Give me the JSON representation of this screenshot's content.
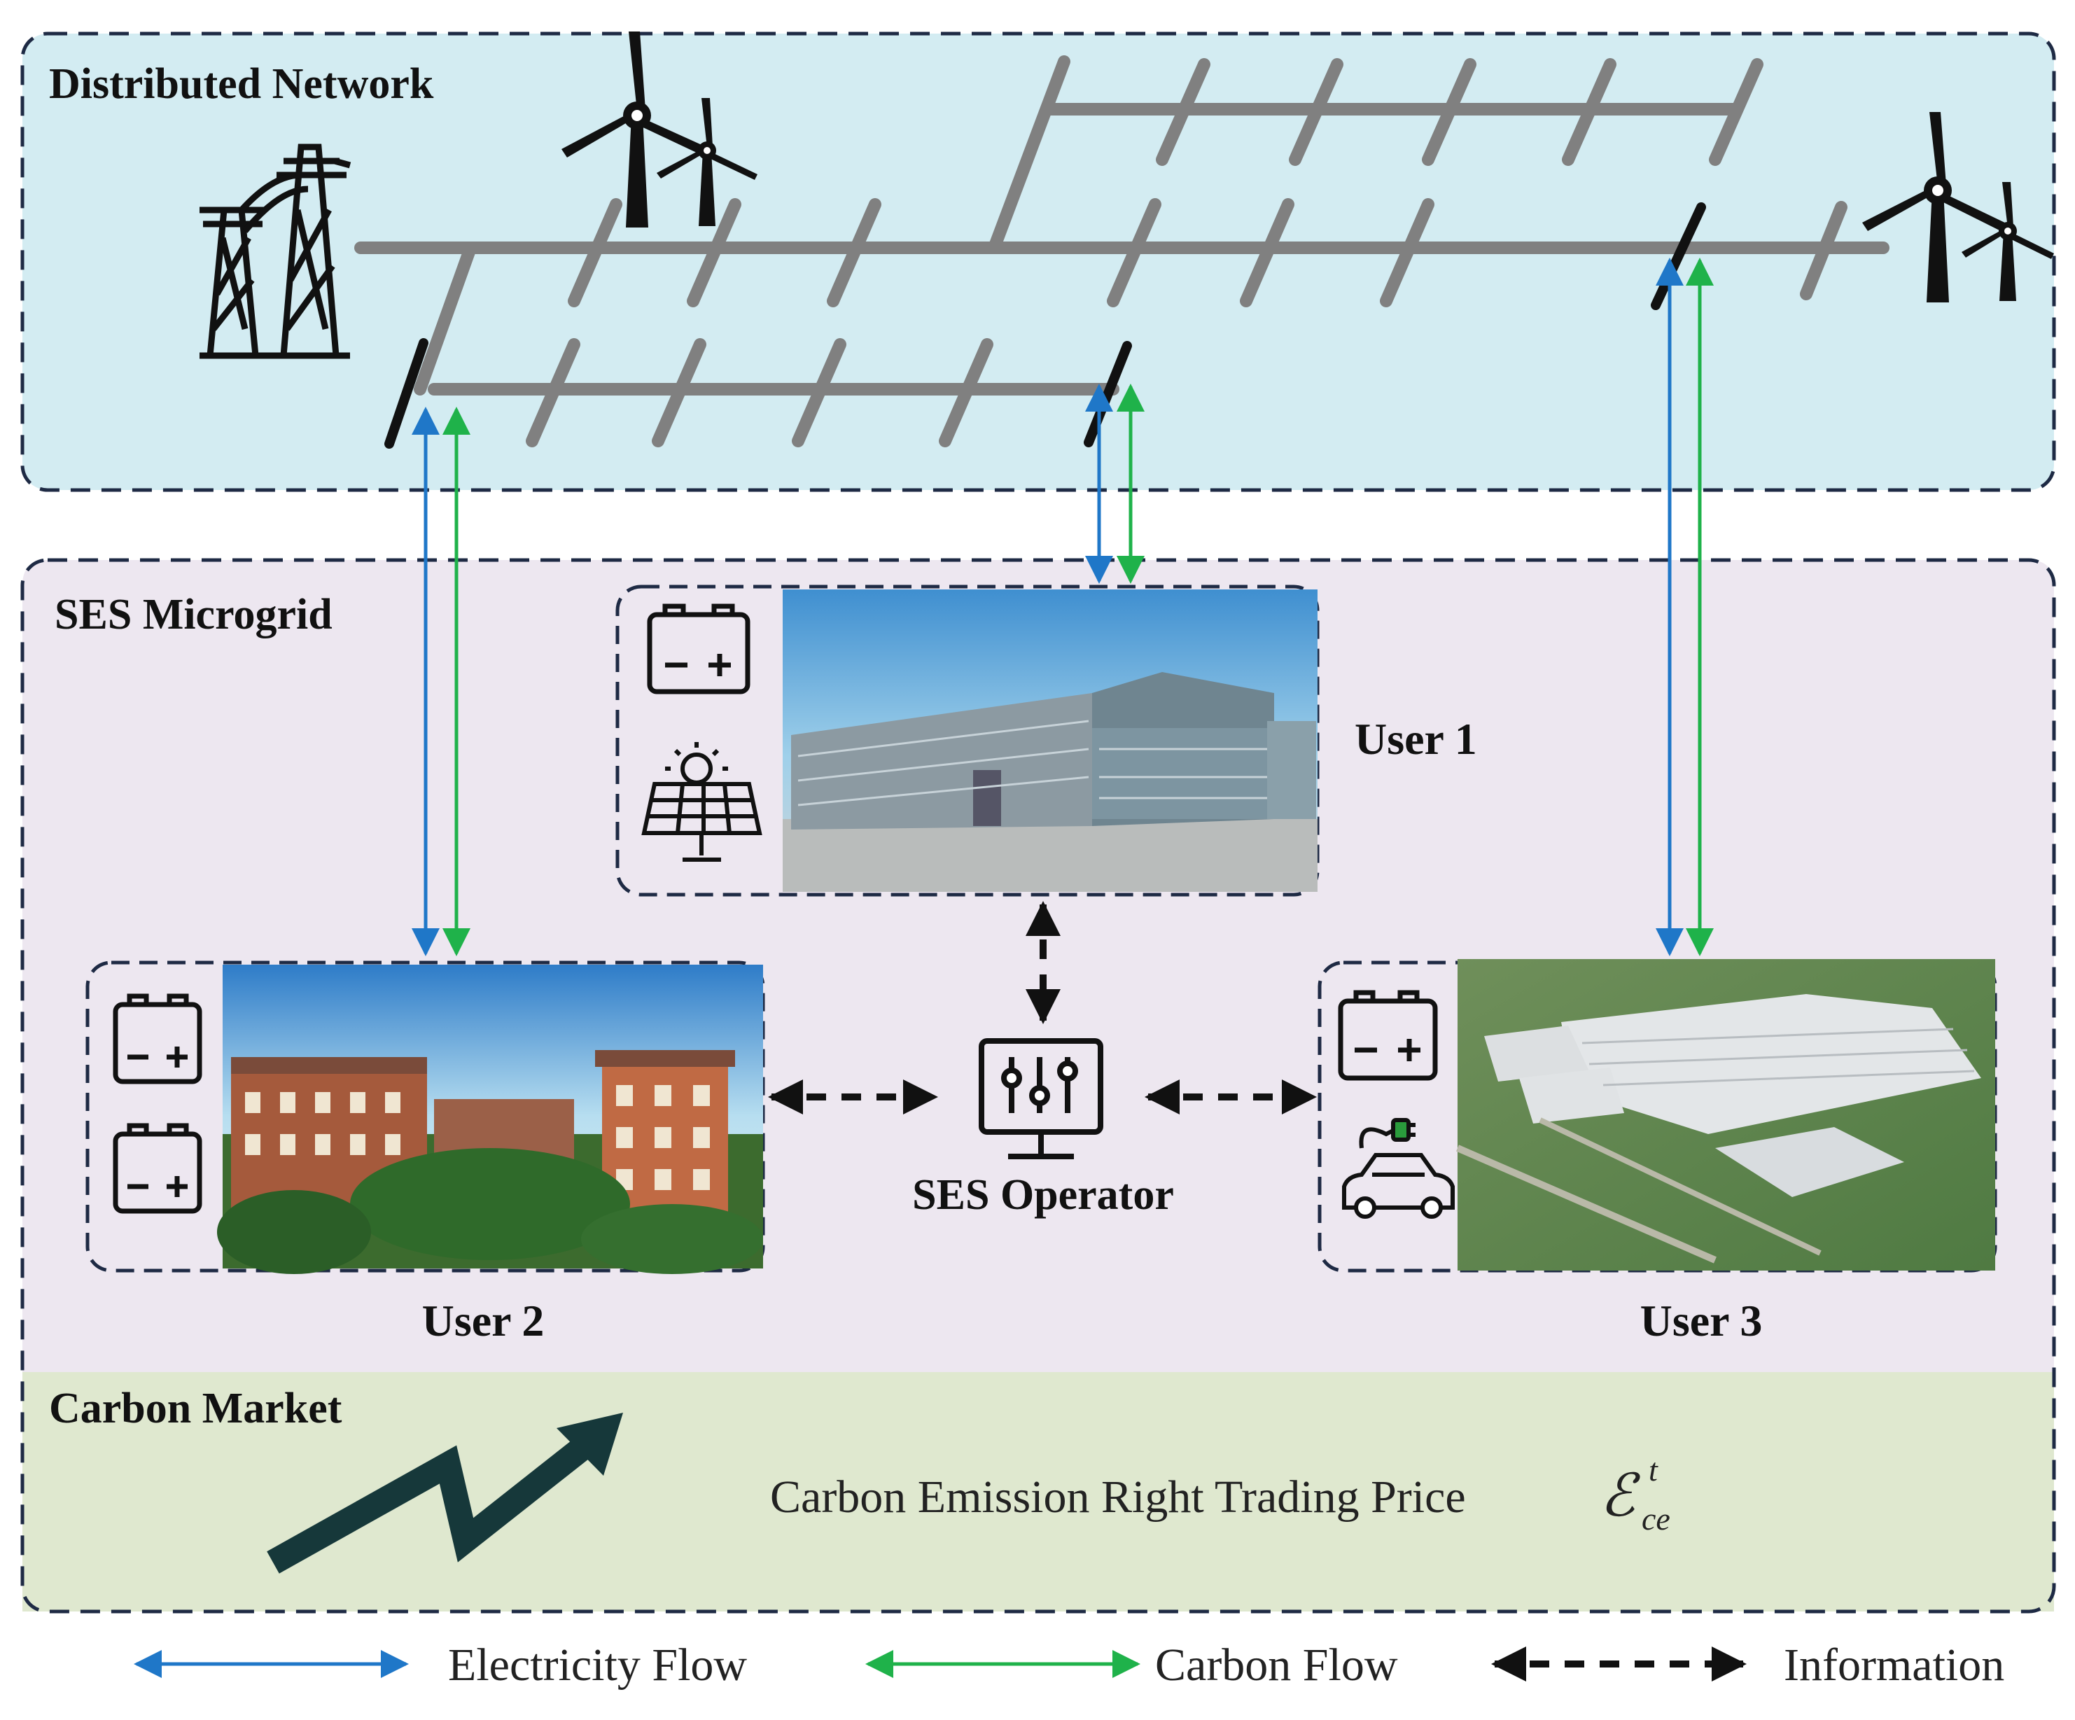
{
  "regions": {
    "network": {
      "title": "Distributed Network"
    },
    "microgrid": {
      "title": "SES Microgrid"
    },
    "market": {
      "title": "Carbon Market",
      "price_label": "Carbon Emission Right Trading Price",
      "price_symbol": "ℰ",
      "price_sup": "t",
      "price_sub": "ce"
    }
  },
  "nodes": {
    "user1": {
      "label": "User 1"
    },
    "user2": {
      "label": "User 2"
    },
    "user3": {
      "label": "User 3"
    },
    "operator": {
      "label": "SES Operator"
    }
  },
  "legend": {
    "electricity": "Electricity Flow",
    "carbon": "Carbon Flow",
    "information": "Information"
  },
  "colors": {
    "network_bg": "#d3ecf2",
    "microgrid_bg": "#ede7f0",
    "market_bg": "#dfe8cf",
    "electricity": "#1f77c8",
    "carbon": "#1fb24a",
    "information": "#111111",
    "bus": "#808080",
    "arrow_trend": "#16383a"
  },
  "icons": [
    "transmission-tower-icon",
    "wind-turbine-icon",
    "battery-icon",
    "solar-panel-icon",
    "ev-charging-icon",
    "operator-monitor-icon",
    "trend-up-arrow-icon"
  ]
}
